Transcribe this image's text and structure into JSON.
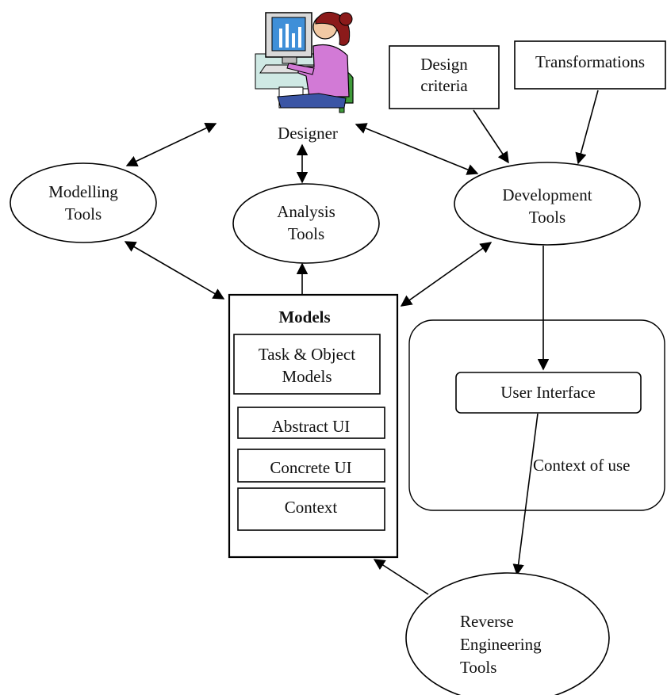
{
  "nodes": {
    "designer": {
      "label": "Designer"
    },
    "design_criteria": {
      "lines": [
        "Design",
        "criteria"
      ]
    },
    "transformations": {
      "label": "Transformations"
    },
    "modelling_tools": {
      "lines": [
        "Modelling",
        "Tools"
      ]
    },
    "analysis_tools": {
      "lines": [
        "Analysis",
        "Tools"
      ]
    },
    "development_tools": {
      "lines": [
        "Development",
        "Tools"
      ]
    },
    "models": {
      "title": "Models",
      "task_object": [
        "Task & Object",
        "Models"
      ],
      "abstract_ui": "Abstract UI",
      "concrete_ui": "Concrete UI",
      "context": "Context"
    },
    "context_of_use": {
      "label": "Context of use"
    },
    "user_interface": {
      "label": "User Interface"
    },
    "reverse_engineering": {
      "lines": [
        "Reverse",
        "Engineering",
        "Tools"
      ]
    }
  },
  "icons": {
    "designer_illustration": "person-at-computer-icon"
  },
  "colors": {
    "hair": "#8b1a1a",
    "sweater": "#d27ad6",
    "chair": "#3f9b3a",
    "monitor_screen": "#3f8fd8",
    "desk": "#cfe9e4"
  }
}
